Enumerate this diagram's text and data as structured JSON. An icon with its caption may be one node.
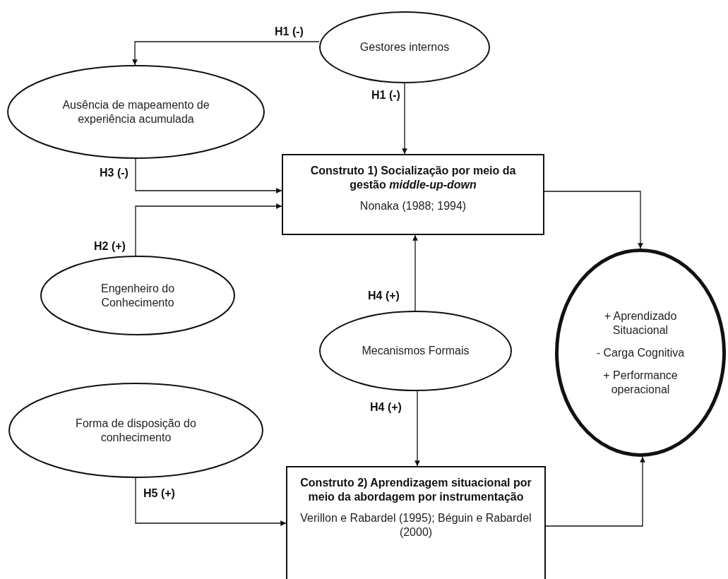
{
  "diagram": {
    "nodes": [
      {
        "text": [
          "Gestores internos"
        ]
      },
      {
        "text": [
          "Ausência de mapeamento de experiência acumulada"
        ]
      },
      {
        "text": [
          "Construto 1) Socialização por meio da gestão *middle-up-down*",
          "Nonaka (1988; 1994)"
        ]
      },
      {
        "text": [
          "Engenheiro do Conhecimento"
        ]
      },
      {
        "text": [
          "Mecanismos Formais"
        ]
      },
      {
        "text": [
          "+ Aprendizado Situacional",
          "- Carga Cognitiva",
          "+ Performance operacional"
        ]
      },
      {
        "text": [
          "Forma de disposição do conhecimento"
        ]
      },
      {
        "text": [
          "Construto 2) Aprendizagem situacional por meio da abordagem por instrumentação",
          "Verillon e Rabardel (1995); Béguin e Rabardel (2000)"
        ]
      }
    ],
    "edges": [
      {
        "from": 0,
        "to": 1,
        "arrow": "to",
        "label": "H1 (-)"
      },
      {
        "from": 0,
        "to": 2,
        "arrow": "to",
        "label": "H1 (-)"
      },
      {
        "from": 1,
        "to": 2,
        "arrow": "to",
        "label": "H3 (-)"
      },
      {
        "from": 3,
        "to": 2,
        "arrow": "to",
        "label": "H2 (+)"
      },
      {
        "from": 4,
        "to": 2,
        "arrow": "to",
        "label": "H4 (+)"
      },
      {
        "from": 4,
        "to": 7,
        "arrow": "to",
        "label": "H4 (+)"
      },
      {
        "from": 6,
        "to": 7,
        "arrow": "to",
        "label": "H5 (+)"
      },
      {
        "from": 2,
        "to": 5,
        "arrow": "to"
      },
      {
        "from": 7,
        "to": 5,
        "arrow": "to"
      }
    ]
  }
}
